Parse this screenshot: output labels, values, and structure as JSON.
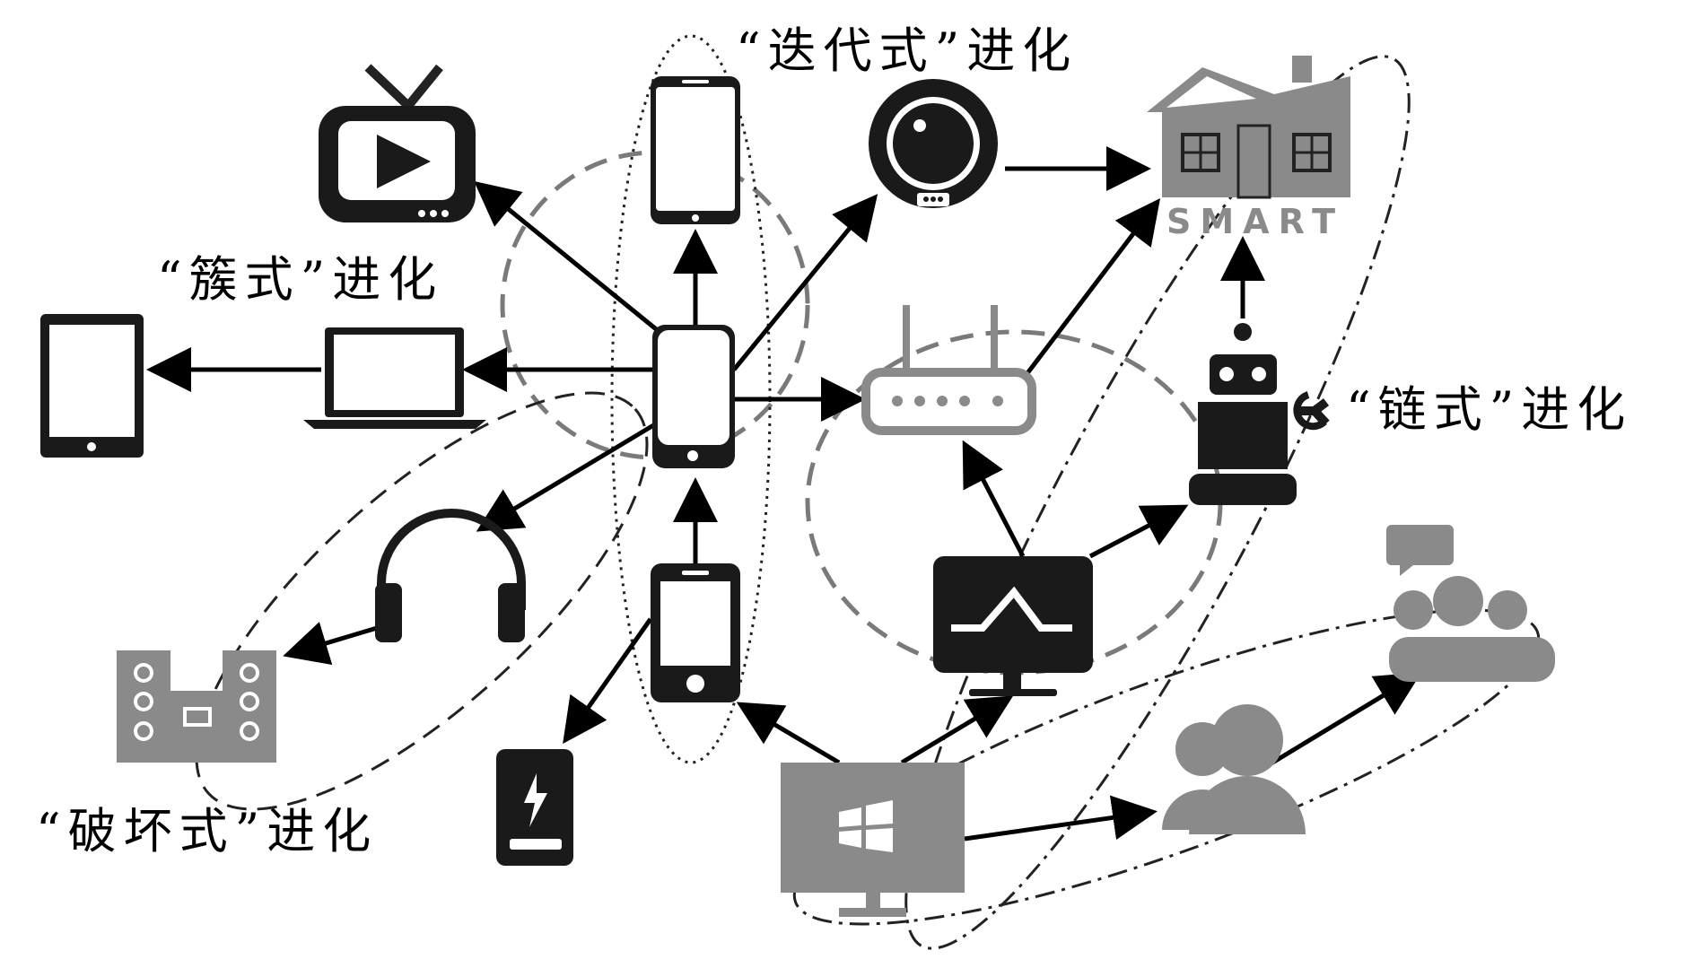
{
  "labels": {
    "iterative": "“迭代式”进化",
    "cluster": "“簇式”进化",
    "chain": "“链式”进化",
    "disruptive": "“破坏式”进化"
  },
  "house_sign": "SMART",
  "colors": {
    "dark": "#1a1a1a",
    "gray": "#8a8a8a",
    "dashed_circle": "#7a7a7a"
  },
  "icons": [
    "tv-icon",
    "tablet-icon",
    "laptop-icon",
    "smartphone-icon",
    "phone-icon",
    "headphones-icon",
    "speaker-system-icon",
    "power-bank-icon",
    "robot-vacuum-icon",
    "router-icon",
    "monitor-icon",
    "smart-home-icon",
    "robot-icon",
    "windows-pc-icon",
    "user-group-icon",
    "chat-group-icon"
  ]
}
